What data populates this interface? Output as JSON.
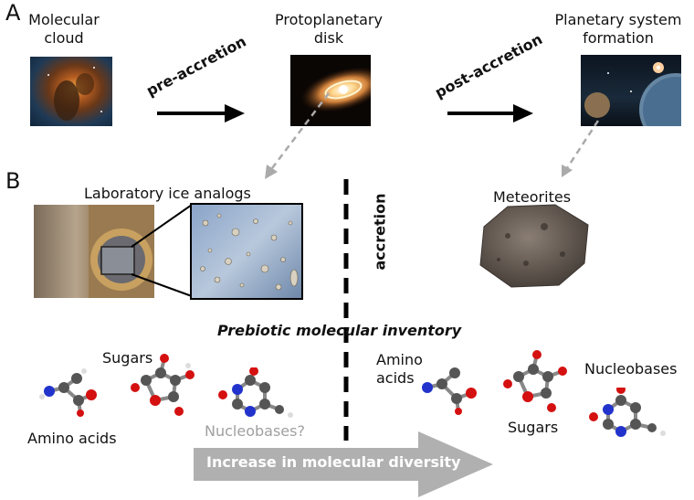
{
  "panels": {
    "a": "A",
    "b": "B"
  },
  "stages": {
    "cloud": [
      "Molecular",
      "cloud"
    ],
    "disk": [
      "Protoplanetary",
      "disk"
    ],
    "planetary": [
      "Planetary system",
      "formation"
    ]
  },
  "arrows": {
    "pre": "pre-accretion",
    "post": "post-accretion"
  },
  "lab_label": "Laboratory ice analogs",
  "meteorites_label": "Meteorites",
  "accretion_label": "accretion",
  "inventory_title": "Prebiotic molecular inventory",
  "left_molecules": {
    "amino": "Amino acids",
    "sugars": "Sugars",
    "nucleobases": "Nucleobases?"
  },
  "right_molecules": {
    "amino": [
      "Amino",
      "acids"
    ],
    "sugars": "Sugars",
    "nucleobases": "Nucleobases"
  },
  "diversity_label": "Increase in molecular diversity",
  "colors": {
    "dashed_arrow": "#aaaaaa",
    "gray_arrow": "#b0b0b0",
    "nucleobase_gray": "#a0a0a0",
    "atom_red": "#d41010",
    "atom_blue": "#2233cc",
    "atom_gray": "#555555"
  }
}
